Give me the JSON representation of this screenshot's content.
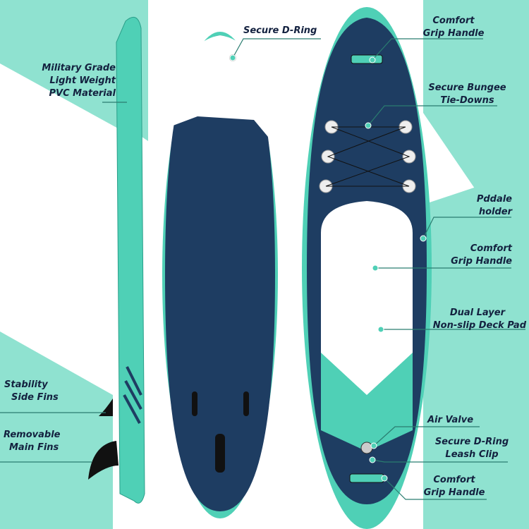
{
  "colors": {
    "mint": "#8fe2d0",
    "navy": "#1e3d62",
    "teal": "#4fd0b6",
    "text": "#13213f"
  },
  "labels": {
    "secure_d_ring": "Secure D-Ring",
    "military_1": "Military Grade",
    "military_2": "Light Weight",
    "military_3": "PVC Material",
    "stability_1": "Stability",
    "stability_2": "Side Fins",
    "removable_1": "Removable",
    "removable_2": "Main Fins",
    "grip_top_1": "Comfort",
    "grip_top_2": "Grip Handle",
    "bungee_1": "Secure Bungee",
    "bungee_2": "Tie-Downs",
    "paddle_1": "Pddale",
    "paddle_2": "holder",
    "grip_mid_1": "Comfort",
    "grip_mid_2": "Grip Handle",
    "deck_1": "Dual Layer",
    "deck_2": "Non-slip Deck Pad",
    "air_valve": "Air Valve",
    "leash_1": "Secure D-Ring",
    "leash_2": "Leash Clip",
    "grip_bot_1": "Comfort",
    "grip_bot_2": "Grip Handle"
  }
}
